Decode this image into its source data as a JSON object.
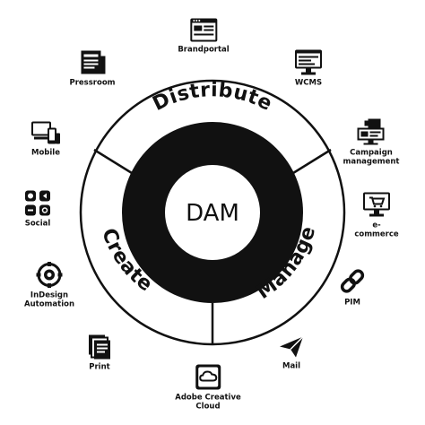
{
  "center": {
    "label": "DAM"
  },
  "ring": {
    "segments": [
      {
        "key": "distribute",
        "label": "Distribute"
      },
      {
        "key": "manage",
        "label": "Manage"
      },
      {
        "key": "create",
        "label": "Create"
      }
    ]
  },
  "nodes": [
    {
      "key": "brandportal",
      "label": "Brandportal",
      "icon": "browser-window-icon"
    },
    {
      "key": "wcms",
      "label": "WCMS",
      "icon": "desktop-web-icon"
    },
    {
      "key": "campaign",
      "label": "Campaign\nmanagement",
      "icon": "campaign-icon"
    },
    {
      "key": "ecommerce",
      "label": "e-commerce",
      "icon": "shopping-cart-monitor-icon"
    },
    {
      "key": "pim",
      "label": "PIM",
      "icon": "chain-link-icon"
    },
    {
      "key": "mail",
      "label": "Mail",
      "icon": "paper-plane-icon"
    },
    {
      "key": "adobe",
      "label": "Adobe Creative\nCloud",
      "icon": "creative-cloud-icon"
    },
    {
      "key": "print",
      "label": "Print",
      "icon": "printed-pages-icon"
    },
    {
      "key": "indesign",
      "label": "InDesign\nAutomation",
      "icon": "automation-gear-icon"
    },
    {
      "key": "social",
      "label": "Social",
      "icon": "social-grid-icon"
    },
    {
      "key": "mobile",
      "label": "Mobile",
      "icon": "devices-icon"
    },
    {
      "key": "pressroom",
      "label": "Pressroom",
      "icon": "newspaper-icon"
    }
  ]
}
